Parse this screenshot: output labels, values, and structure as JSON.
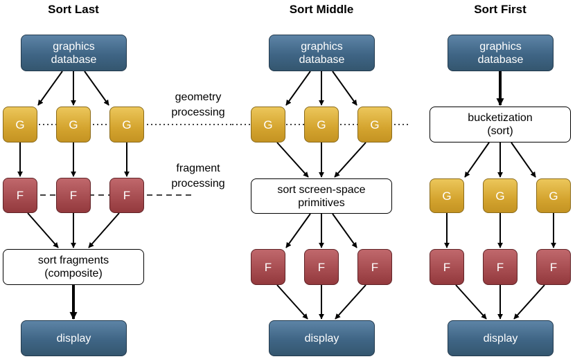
{
  "titles": {
    "sort_last": "Sort Last",
    "sort_middle": "Sort Middle",
    "sort_first": "Sort First"
  },
  "labels": {
    "geometry_line1": "geometry",
    "geometry_line2": "processing",
    "fragment_line1": "fragment",
    "fragment_line2": "processing"
  },
  "nodes": {
    "graphics_db_line1": "graphics",
    "graphics_db_line2": "database",
    "g": "G",
    "f": "F",
    "display": "display",
    "sort_fragments_line1": "sort fragments",
    "sort_fragments_line2": "(composite)",
    "sort_primitives_line1": "sort screen-space",
    "sort_primitives_line2": "primitives",
    "bucketization_line1": "bucketization",
    "bucketization_line2": "(sort)"
  },
  "colors": {
    "database": "#3f6585",
    "geometry": "#d4a42f",
    "fragment": "#a54b4f"
  }
}
